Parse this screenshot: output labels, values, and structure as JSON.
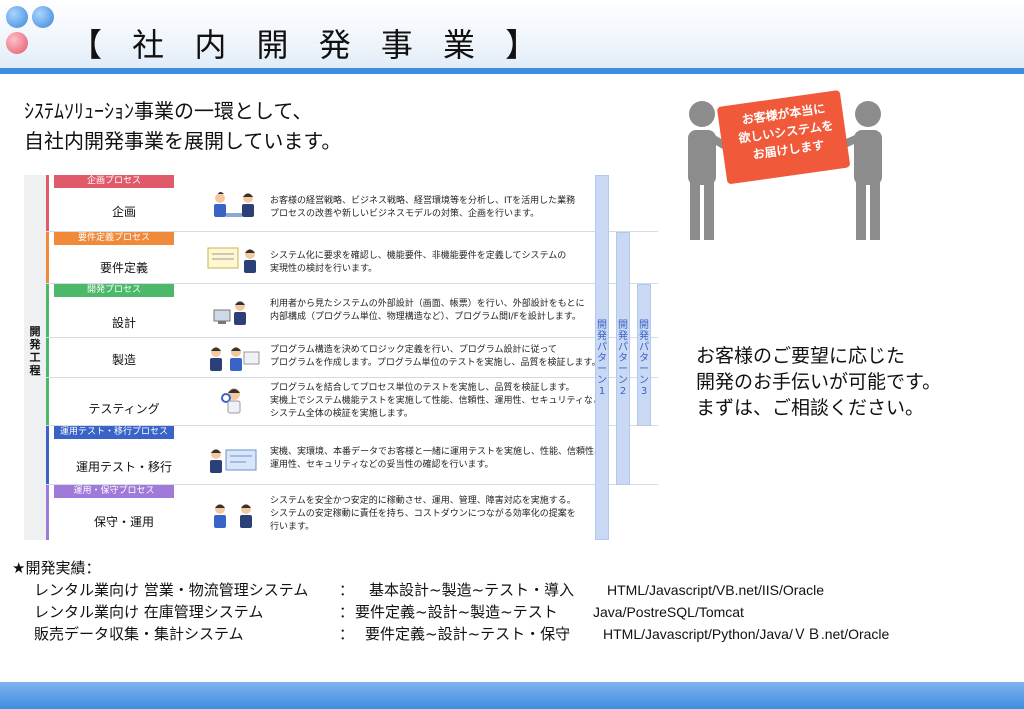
{
  "header": {
    "title": "【 社 内 開 発 事 業 】"
  },
  "intro": {
    "line1": "ｼｽﾃﾑｿﾘｭｰｼｮﾝ事業の一環として、",
    "line2": "自社内開発事業を展開しています。"
  },
  "table": {
    "side_label": "開発工程",
    "rows": [
      {
        "tag": "企画プロセス",
        "tag_color": "#e05a6a",
        "name": "企画",
        "desc": [
          "お客様の経営戦略、ビジネス戦略、経営環境等を分析し、ITを活用した業務",
          "プロセスの改善や新しいビジネスモデルの対策、企画を行います。"
        ]
      },
      {
        "tag": "要件定義プロセス",
        "tag_color": "#f08a3a",
        "name": "要件定義",
        "desc": [
          "システム化に要求を確認し、機能要件、非機能要件を定義してシステムの",
          "実現性の検討を行います。"
        ]
      },
      {
        "tag": "開発プロセス",
        "tag_color": "#4bb86a",
        "name": "設計",
        "desc": [
          "利用者から見たシステムの外部設計（画面、帳票）を行い、外部設計をもとに",
          "内部構成（プログラム単位、物理構造など）、プログラム間I/Fを設計します。"
        ]
      },
      {
        "tag": "",
        "tag_color": "#4bb86a",
        "name": "製造",
        "desc": [
          "プログラム構造を決めてロジック定義を行い、プログラム設計に従って",
          "プログラムを作成します。プログラム単位のテストを実施し、品質を検証します。"
        ]
      },
      {
        "tag": "",
        "tag_color": "#4bb86a",
        "name": "テスティング",
        "desc": [
          "プログラムを結合してプロセス単位のテストを実施し、品質を検証します。",
          "実機上でシステム機能テストを実施して性能、信頼性、運用性、セキュリティなど",
          "システム全体の検証を実施します。"
        ]
      },
      {
        "tag": "運用テスト・移行プロセス",
        "tag_color": "#3a63c8",
        "name": "運用テスト・移行",
        "desc": [
          "実機、実環境、本番データでお客様と一緒に運用テストを実施し、性能、信頼性、",
          "運用性、セキュリティなどの妥当性の確認を行います。"
        ]
      },
      {
        "tag": "運用・保守プロセス",
        "tag_color": "#a07ad8",
        "name": "保守・運用",
        "desc": [
          "システムを安全かつ安定的に稼動させ、運用、管理、障害対応を実施する。",
          "システムの安定稼動に責任を持ち、コストダウンにつながる効率化の提案を",
          "行います。"
        ]
      }
    ],
    "patterns": [
      "開発パターン1",
      "開発パターン2",
      "開発パターン3"
    ]
  },
  "sign": {
    "line1": "お客様が本当に",
    "line2": "欲しいシステムを",
    "line3": "お届けします"
  },
  "right_text": {
    "line1": "お客様のご要望に応じた",
    "line2": "開発のお手伝いが可能です。",
    "line3": "まずは、ご相談ください。"
  },
  "achievements": {
    "heading": "★開発実績：",
    "items": [
      {
        "name": "レンタル業向け 営業・物流管理システム",
        "sep": "：",
        "phase": "基本設計~製造~テスト・導入",
        "tech": "HTML/Javascript/VB.net/IIS/Oracle"
      },
      {
        "name": "レンタル業向け 在庫管理システム",
        "sep": "：",
        "phase": "要件定義~設計~製造~テスト",
        "tech": "Java/PostreSQL/Tomcat"
      },
      {
        "name": "販売データ収集・集計システム",
        "sep": "：",
        "phase": "要件定義~設計~テスト・保守",
        "tech": "HTML/Javascript/Python/Java/ＶＢ.net/Oracle"
      }
    ]
  },
  "colors": {
    "accent": "#3f8de0",
    "sign": "#f05a3a"
  }
}
